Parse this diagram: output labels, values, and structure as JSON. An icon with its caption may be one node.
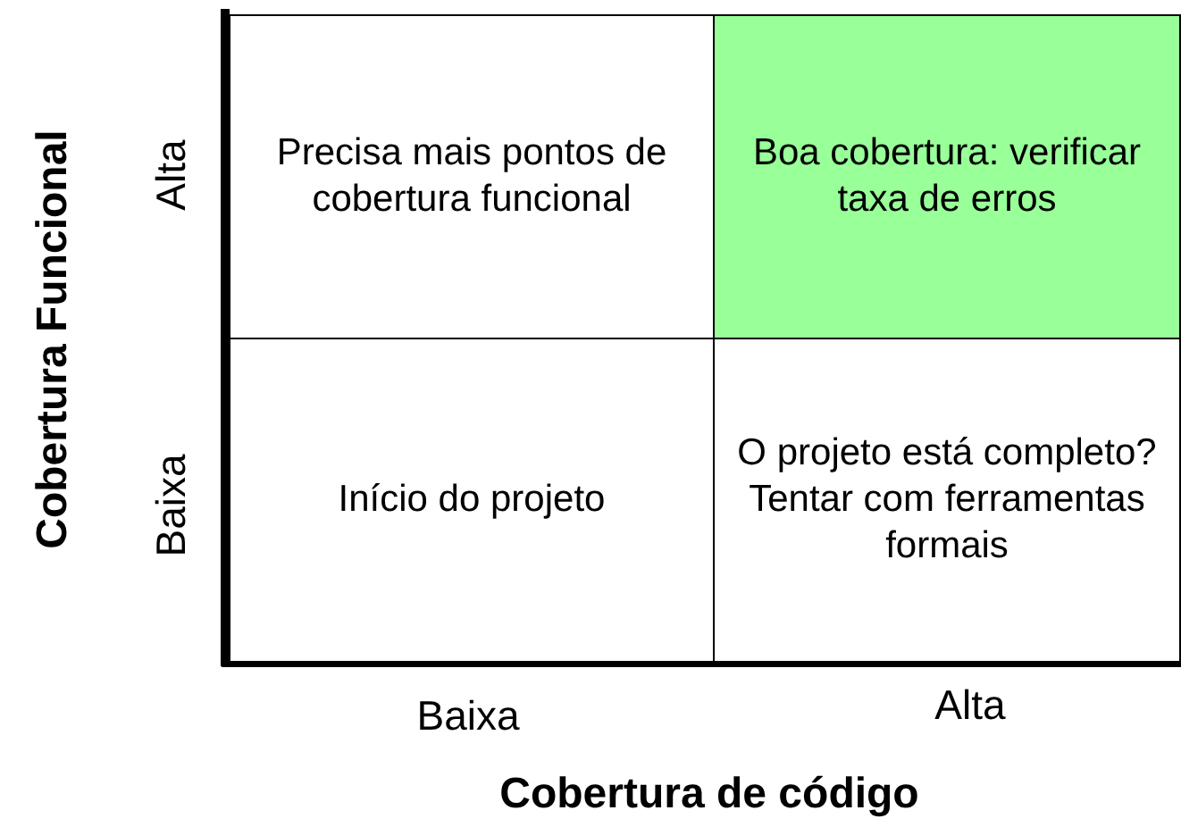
{
  "diagram": {
    "nodes": [
      {
        "text": [
          "Precisa mais pontos de cobertura funcional"
        ]
      },
      {
        "text": [
          "Boa cobertura: verificar taxa de erros"
        ]
      },
      {
        "text": [
          "Início do projeto"
        ]
      },
      {
        "text": [
          "O projeto está completo? Tentar com ferramentas formais"
        ]
      }
    ],
    "edges": [],
    "labels": [
      "Cobertura Funcional",
      "Alta",
      "Baixa",
      "Baixa",
      "Alta",
      "Cobertura de código"
    ]
  }
}
